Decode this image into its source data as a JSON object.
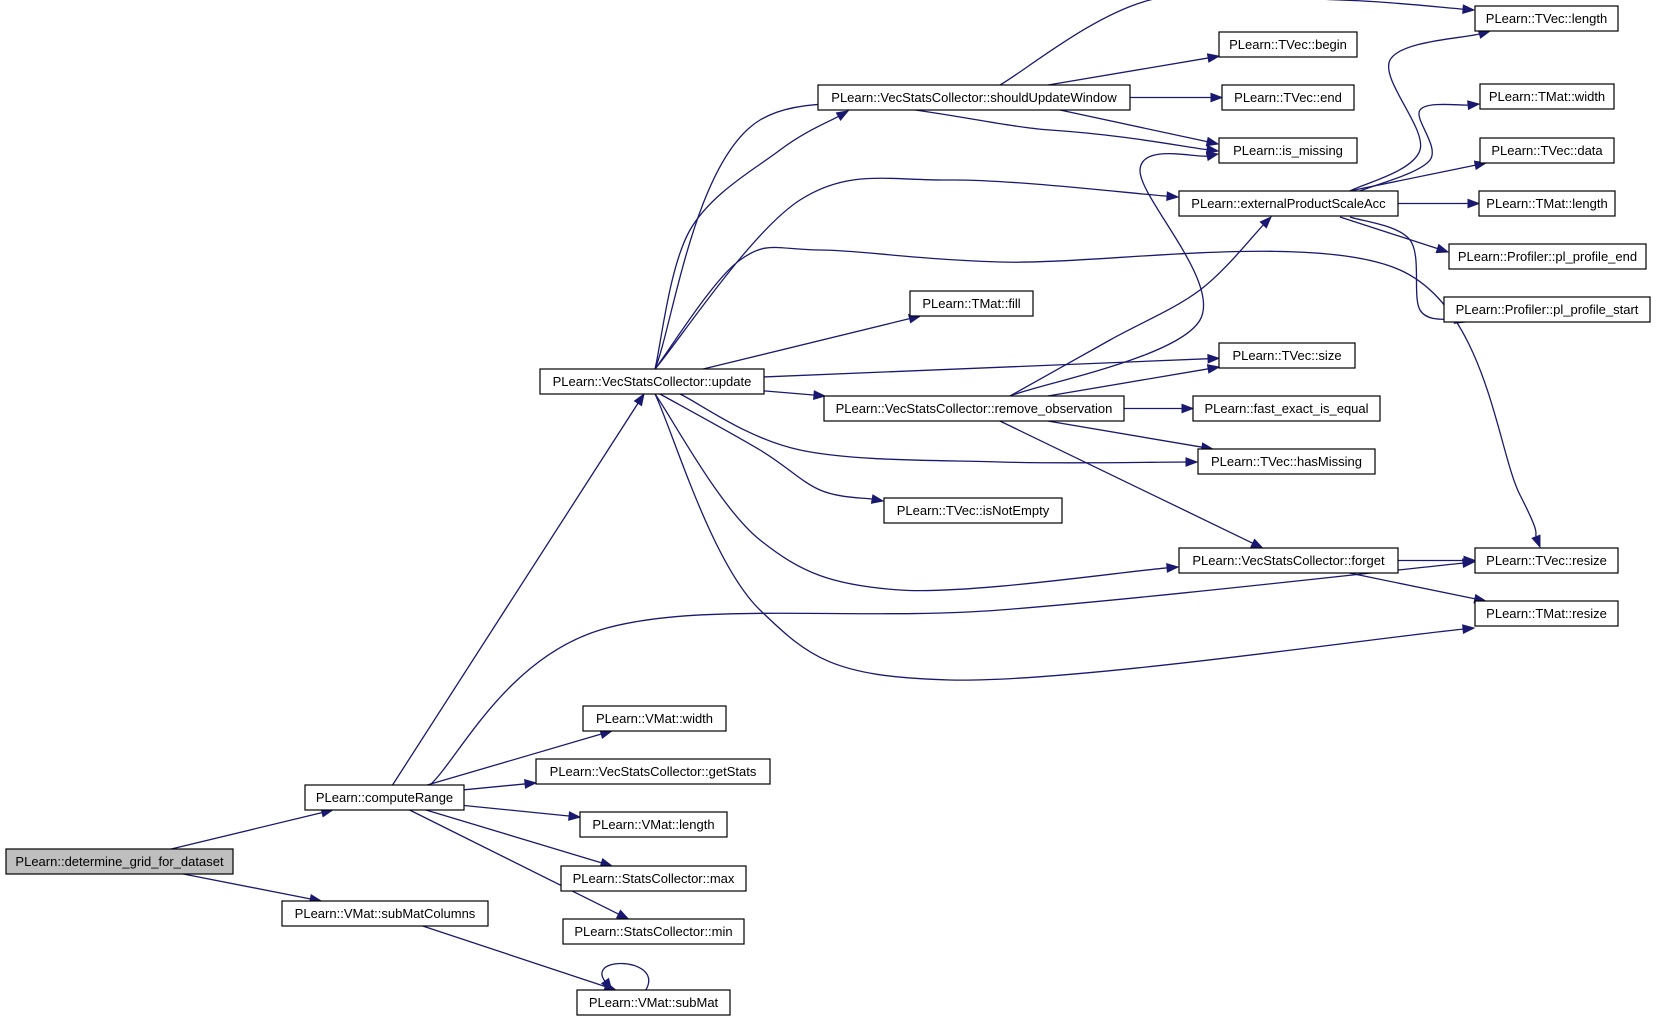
{
  "diagram": {
    "type": "call-graph",
    "nodes": [
      {
        "id": "determine_grid",
        "label": "PLearn::determine_grid_for_dataset",
        "root": true
      },
      {
        "id": "computeRange",
        "label": "PLearn::computeRange"
      },
      {
        "id": "subMatColumns",
        "label": "PLearn::VMat::subMatColumns"
      },
      {
        "id": "update",
        "label": "PLearn::VecStatsCollector::update"
      },
      {
        "id": "vmat_width",
        "label": "PLearn::VMat::width"
      },
      {
        "id": "getStats",
        "label": "PLearn::VecStatsCollector::getStats"
      },
      {
        "id": "vmat_length",
        "label": "PLearn::VMat::length"
      },
      {
        "id": "sc_max",
        "label": "PLearn::StatsCollector::max"
      },
      {
        "id": "sc_min",
        "label": "PLearn::StatsCollector::min"
      },
      {
        "id": "subMat",
        "label": "PLearn::VMat::subMat"
      },
      {
        "id": "shouldUpdateWindow",
        "label": "PLearn::VecStatsCollector::shouldUpdateWindow"
      },
      {
        "id": "tmat_fill",
        "label": "PLearn::TMat::fill"
      },
      {
        "id": "remove_observation",
        "label": "PLearn::VecStatsCollector::remove_observation"
      },
      {
        "id": "isNotEmpty",
        "label": "PLearn::TVec::isNotEmpty"
      },
      {
        "id": "tvec_begin",
        "label": "PLearn::TVec::begin"
      },
      {
        "id": "tvec_end",
        "label": "PLearn::TVec::end"
      },
      {
        "id": "is_missing",
        "label": "PLearn::is_missing"
      },
      {
        "id": "externalProductScaleAcc",
        "label": "PLearn::externalProductScaleAcc"
      },
      {
        "id": "tvec_size",
        "label": "PLearn::TVec::size"
      },
      {
        "id": "fast_exact_is_equal",
        "label": "PLearn::fast_exact_is_equal"
      },
      {
        "id": "hasMissing",
        "label": "PLearn::TVec::hasMissing"
      },
      {
        "id": "forget",
        "label": "PLearn::VecStatsCollector::forget"
      },
      {
        "id": "tvec_length",
        "label": "PLearn::TVec::length"
      },
      {
        "id": "tmat_width",
        "label": "PLearn::TMat::width"
      },
      {
        "id": "tvec_data",
        "label": "PLearn::TVec::data"
      },
      {
        "id": "tmat_length",
        "label": "PLearn::TMat::length"
      },
      {
        "id": "pl_profile_end",
        "label": "PLearn::Profiler::pl_profile_end"
      },
      {
        "id": "pl_profile_start",
        "label": "PLearn::Profiler::pl_profile_start"
      },
      {
        "id": "tvec_resize",
        "label": "PLearn::TVec::resize"
      },
      {
        "id": "tmat_resize",
        "label": "PLearn::TMat::resize"
      }
    ],
    "edges": [
      {
        "from": "determine_grid",
        "to": "computeRange"
      },
      {
        "from": "determine_grid",
        "to": "subMatColumns"
      },
      {
        "from": "computeRange",
        "to": "update"
      },
      {
        "from": "computeRange",
        "to": "vmat_width"
      },
      {
        "from": "computeRange",
        "to": "getStats"
      },
      {
        "from": "computeRange",
        "to": "vmat_length"
      },
      {
        "from": "computeRange",
        "to": "sc_max"
      },
      {
        "from": "computeRange",
        "to": "sc_min"
      },
      {
        "from": "computeRange",
        "to": "tvec_resize"
      },
      {
        "from": "subMatColumns",
        "to": "subMat"
      },
      {
        "from": "subMat",
        "to": "subMat"
      },
      {
        "from": "update",
        "to": "shouldUpdateWindow"
      },
      {
        "from": "update",
        "to": "is_missing"
      },
      {
        "from": "update",
        "to": "externalProductScaleAcc"
      },
      {
        "from": "update",
        "to": "tvec_resize"
      },
      {
        "from": "update",
        "to": "tmat_fill"
      },
      {
        "from": "update",
        "to": "tvec_size"
      },
      {
        "from": "update",
        "to": "remove_observation"
      },
      {
        "from": "update",
        "to": "hasMissing"
      },
      {
        "from": "update",
        "to": "isNotEmpty"
      },
      {
        "from": "update",
        "to": "forget"
      },
      {
        "from": "update",
        "to": "tmat_resize"
      },
      {
        "from": "shouldUpdateWindow",
        "to": "tvec_length"
      },
      {
        "from": "shouldUpdateWindow",
        "to": "tvec_begin"
      },
      {
        "from": "shouldUpdateWindow",
        "to": "tvec_end"
      },
      {
        "from": "shouldUpdateWindow",
        "to": "is_missing"
      },
      {
        "from": "remove_observation",
        "to": "is_missing"
      },
      {
        "from": "remove_observation",
        "to": "externalProductScaleAcc"
      },
      {
        "from": "remove_observation",
        "to": "tvec_size"
      },
      {
        "from": "remove_observation",
        "to": "fast_exact_is_equal"
      },
      {
        "from": "remove_observation",
        "to": "hasMissing"
      },
      {
        "from": "remove_observation",
        "to": "forget"
      },
      {
        "from": "externalProductScaleAcc",
        "to": "tvec_length"
      },
      {
        "from": "externalProductScaleAcc",
        "to": "tmat_width"
      },
      {
        "from": "externalProductScaleAcc",
        "to": "tvec_data"
      },
      {
        "from": "externalProductScaleAcc",
        "to": "tmat_length"
      },
      {
        "from": "externalProductScaleAcc",
        "to": "pl_profile_end"
      },
      {
        "from": "externalProductScaleAcc",
        "to": "pl_profile_start"
      },
      {
        "from": "forget",
        "to": "tvec_resize"
      },
      {
        "from": "forget",
        "to": "tmat_resize"
      }
    ]
  },
  "colors": {
    "edge": "#191970",
    "node_border": "#000000",
    "root_fill": "#bfbfbf",
    "node_fill": "#ffffff"
  }
}
